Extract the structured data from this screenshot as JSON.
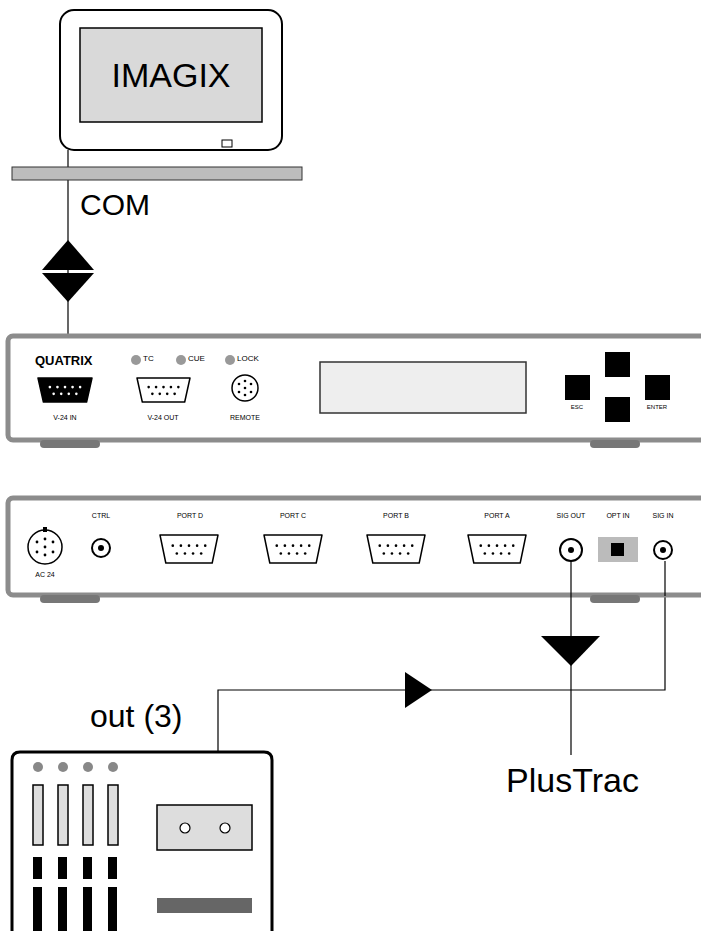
{
  "diagram": {
    "nodes": [
      {
        "text": [
          "IMAGIX"
        ]
      },
      {
        "text": [
          "QUATRIX",
          "TC",
          "CUE",
          "LOCK",
          "V-24 IN",
          "V-24 OUT",
          "REMOTE",
          "ESC",
          "ENTER"
        ]
      },
      {
        "text": [
          "AC 24",
          "CTRL",
          "PORT D",
          "PORT C",
          "PORT B",
          "PORT A",
          "SIG OUT",
          "OPT IN",
          "SIG IN"
        ]
      },
      {
        "text": [
          "out (3)"
        ]
      }
    ],
    "edges": [
      {
        "from": 0,
        "to": 1,
        "arrow": "both",
        "label": "COM"
      },
      {
        "from": 3,
        "to": 2,
        "arrow": "to"
      }
    ],
    "labels": [
      "PlusTrac"
    ]
  }
}
